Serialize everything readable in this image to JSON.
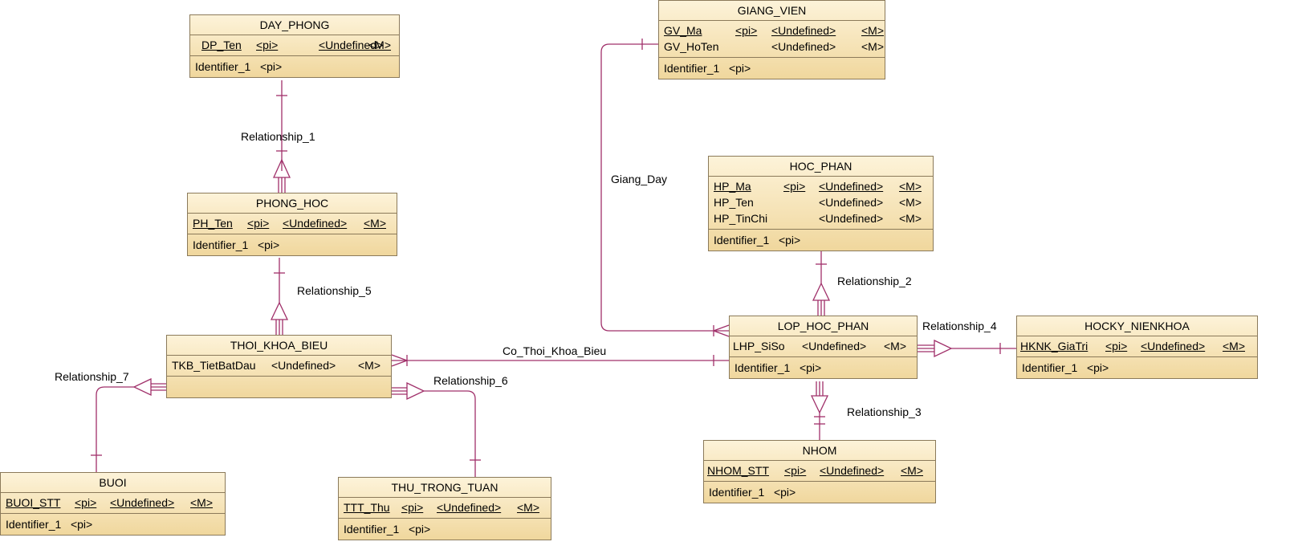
{
  "entities": {
    "day_phong": {
      "name": "DAY_PHONG",
      "attrs": [
        {
          "name": "DP_Ten",
          "pi": "<pi>",
          "type": "<Undefined>",
          "m": "<M>",
          "ul": true
        }
      ],
      "identifier": "Identifier_1   <pi>"
    },
    "giang_vien": {
      "name": "GIANG_VIEN",
      "attrs": [
        {
          "name": "GV_Ma",
          "pi": "<pi>",
          "type": "<Undefined>",
          "m": "<M>",
          "ul": true
        },
        {
          "name": "GV_HoTen",
          "pi": "",
          "type": "<Undefined>",
          "m": "<M>",
          "ul": false
        }
      ],
      "identifier": "Identifier_1   <pi>"
    },
    "phong_hoc": {
      "name": "PHONG_HOC",
      "attrs": [
        {
          "name": "PH_Ten",
          "pi": "<pi>",
          "type": "<Undefined>",
          "m": "<M>",
          "ul": true
        }
      ],
      "identifier": "Identifier_1   <pi>"
    },
    "hoc_phan": {
      "name": "HOC_PHAN",
      "attrs": [
        {
          "name": "HP_Ma",
          "pi": "<pi>",
          "type": "<Undefined>",
          "m": "<M>",
          "ul": true
        },
        {
          "name": "HP_Ten",
          "pi": "",
          "type": "<Undefined>",
          "m": "<M>",
          "ul": false
        },
        {
          "name": "HP_TinChi",
          "pi": "",
          "type": "<Undefined>",
          "m": "<M>",
          "ul": false
        }
      ],
      "identifier": "Identifier_1   <pi>"
    },
    "thoi_khoa_bieu": {
      "name": "THOI_KHOA_BIEU",
      "attrs": [
        {
          "name": "TKB_TietBatDau",
          "pi": "",
          "type": "<Undefined>",
          "m": "<M>",
          "ul": false
        }
      ],
      "identifier": ""
    },
    "lop_hoc_phan": {
      "name": "LOP_HOC_PHAN",
      "attrs": [
        {
          "name": "LHP_SiSo",
          "pi": "",
          "type": "<Undefined>",
          "m": "<M>",
          "ul": false
        }
      ],
      "identifier": "Identifier_1   <pi>"
    },
    "hocky_nienkhoa": {
      "name": "HOCKY_NIENKHOA",
      "attrs": [
        {
          "name": "HKNK_GiaTri",
          "pi": "<pi>",
          "type": "<Undefined>",
          "m": "<M>",
          "ul": true
        }
      ],
      "identifier": "Identifier_1   <pi>"
    },
    "buoi": {
      "name": "BUOI",
      "attrs": [
        {
          "name": "BUOI_STT",
          "pi": "<pi>",
          "type": "<Undefined>",
          "m": "<M>",
          "ul": true
        }
      ],
      "identifier": "Identifier_1   <pi>"
    },
    "thu_trong_tuan": {
      "name": "THU_TRONG_TUAN",
      "attrs": [
        {
          "name": "TTT_Thu",
          "pi": "<pi>",
          "type": "<Undefined>",
          "m": "<M>",
          "ul": true
        }
      ],
      "identifier": "Identifier_1   <pi>"
    },
    "nhom": {
      "name": "NHOM",
      "attrs": [
        {
          "name": "NHOM_STT",
          "pi": "<pi>",
          "type": "<Undefined>",
          "m": "<M>",
          "ul": true
        }
      ],
      "identifier": "Identifier_1   <pi>"
    }
  },
  "relationships": {
    "r1": "Relationship_1",
    "r2": "Relationship_2",
    "r3": "Relationship_3",
    "r4": "Relationship_4",
    "r5": "Relationship_5",
    "r6": "Relationship_6",
    "r7": "Relationship_7",
    "giang_day": "Giang_Day",
    "co_tkb": "Co_Thoi_Khoa_Bieu"
  },
  "colors": {
    "line": "#a0306a",
    "entity_border": "#8b7a5a",
    "entity_top": "#fdf3d9",
    "entity_bottom": "#f0d79d"
  }
}
